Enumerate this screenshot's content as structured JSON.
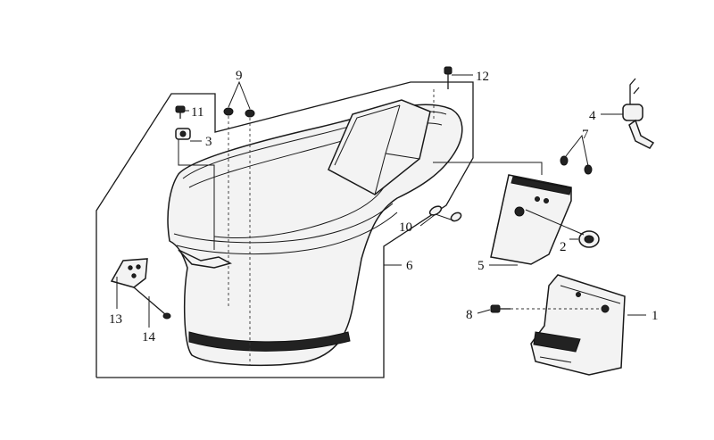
{
  "diagram": {
    "callouts": [
      {
        "id": "c1",
        "label": "1"
      },
      {
        "id": "c2",
        "label": "2"
      },
      {
        "id": "c3",
        "label": "3"
      },
      {
        "id": "c4",
        "label": "4"
      },
      {
        "id": "c5",
        "label": "5"
      },
      {
        "id": "c6",
        "label": "6"
      },
      {
        "id": "c7",
        "label": "7"
      },
      {
        "id": "c8",
        "label": "8"
      },
      {
        "id": "c9",
        "label": "9"
      },
      {
        "id": "c10",
        "label": "10"
      },
      {
        "id": "c11",
        "label": "11"
      },
      {
        "id": "c12",
        "label": "12"
      },
      {
        "id": "c13",
        "label": "13"
      },
      {
        "id": "c14",
        "label": "14"
      }
    ]
  },
  "colors": {
    "line": "#1a1a1a",
    "background": "#ffffff",
    "part_fill": "#f3f3f3"
  }
}
